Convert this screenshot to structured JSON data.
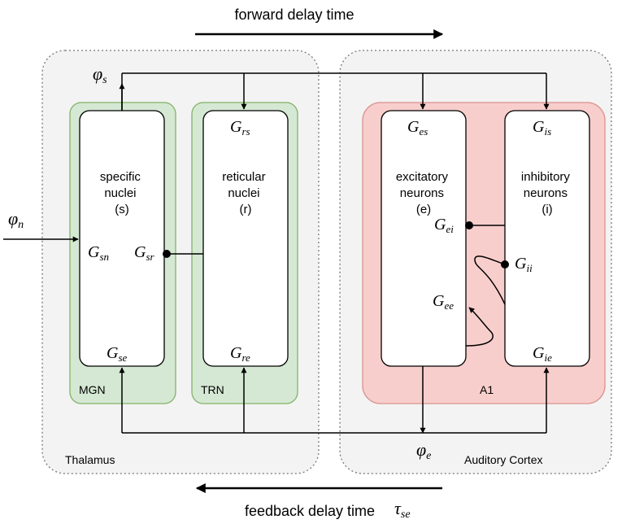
{
  "top_label": "forward delay time",
  "bottom_label": "feedback delay time",
  "bottom_symbol": {
    "base": "τ",
    "sub": "se"
  },
  "regions": {
    "thalamus": "Thalamus",
    "cortex": "Auditory Cortex",
    "mgn": "MGN",
    "trn": "TRN",
    "a1": "A1"
  },
  "boxes": {
    "specific": [
      "specific",
      "nuclei",
      "(s)"
    ],
    "reticular": [
      "reticular",
      "nuclei",
      "(r)"
    ],
    "excitatory": [
      "excitatory",
      "neurons",
      "(e)"
    ],
    "inhibitory": [
      "inhibitory",
      "neurons",
      "(i)"
    ]
  },
  "symbols": {
    "phi_n": {
      "base": "φ",
      "sub": "n"
    },
    "phi_s": {
      "base": "φ",
      "sub": "s"
    },
    "phi_e": {
      "base": "φ",
      "sub": "e"
    },
    "G_sn": {
      "base": "G",
      "sub": "sn"
    },
    "G_sr": {
      "base": "G",
      "sub": "sr"
    },
    "G_se": {
      "base": "G",
      "sub": "se"
    },
    "G_rs": {
      "base": "G",
      "sub": "rs"
    },
    "G_re": {
      "base": "G",
      "sub": "re"
    },
    "G_es": {
      "base": "G",
      "sub": "es"
    },
    "G_ei": {
      "base": "G",
      "sub": "ei"
    },
    "G_ee": {
      "base": "G",
      "sub": "ee"
    },
    "G_is": {
      "base": "G",
      "sub": "is"
    },
    "G_ii": {
      "base": "G",
      "sub": "ii"
    },
    "G_ie": {
      "base": "G",
      "sub": "ie"
    }
  }
}
